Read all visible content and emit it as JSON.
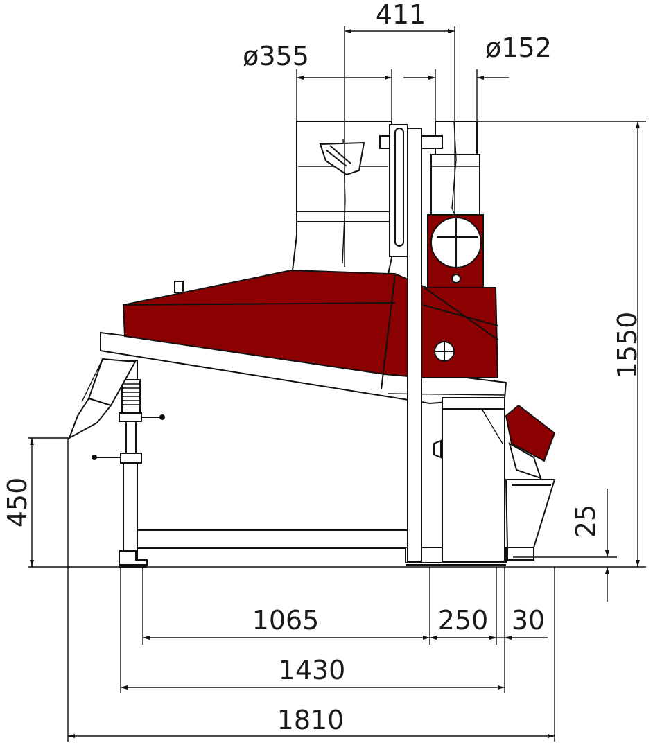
{
  "colors": {
    "body_red": "#8b0000",
    "line": "#111111",
    "background": "#ffffff"
  },
  "dimensions": {
    "top_offset": "411",
    "inlet_diameter": "ø355",
    "outlet_diameter": "ø152",
    "overall_height": "1550",
    "inlet_height": "450",
    "foot_clearance": "25",
    "frame_length": "1065",
    "foot_spacing": "250",
    "hopper_offset": "30",
    "base_length": "1430",
    "overall_length": "1810"
  }
}
